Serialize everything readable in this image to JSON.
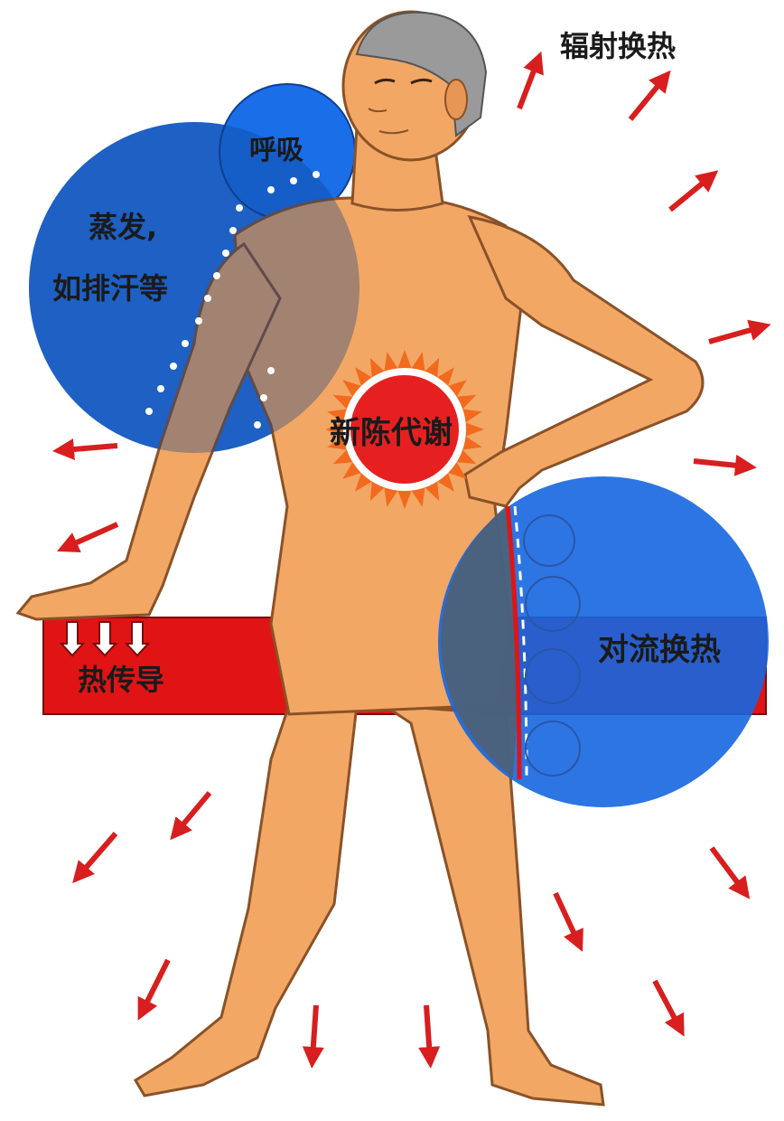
{
  "labels": {
    "radiation": "辐射换热",
    "breathing": "呼吸",
    "evaporation_line1": "蒸发,",
    "evaporation_line2": "如排汗等",
    "metabolism": "新陈代谢",
    "conduction": "热传导",
    "convection": "对流换热"
  },
  "colors": {
    "skin": "#F2A765",
    "skin_outline": "#8A5228",
    "circle_blue": "#1566E0",
    "arrow_red": "#D81E1E",
    "slab_red": "#E01414",
    "sun_red": "#E62020",
    "sun_ray": "#F26A1E",
    "hair": "#9A9A9A"
  },
  "icons": {
    "heat_arrow": "red-arrow-icon",
    "sun": "sun-icon",
    "conduction_arrow": "hollow-down-arrow-icon"
  }
}
